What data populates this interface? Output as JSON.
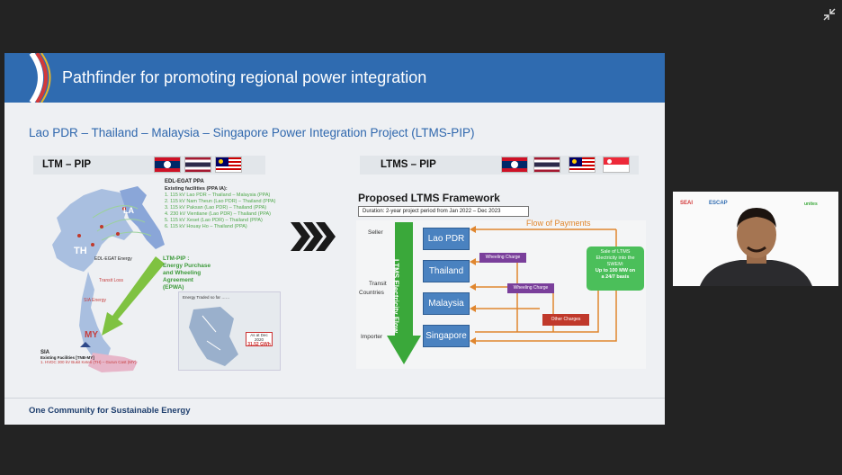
{
  "toolbar": {
    "exit_fullscreen_icon": "compress-icon"
  },
  "slide": {
    "title": "Pathfinder for promoting regional power integration",
    "subtitle": "Lao PDR – Thailand – Malaysia – Singapore Power Integration Project (LTMS-PIP)",
    "footer": "One Community for Sustainable Energy",
    "left_panel": {
      "label": "LTM – PIP",
      "ppa_title": "EDL-EGAT PPA",
      "ppa_sub": "Existing facilities (PPA IA):",
      "ppa_lines": [
        "1. 115 kV Lao PDR – Thailand – Malaysia (PPA)",
        "2. 115 kV Nam Theun (Lao PDR) – Thailand (PPA)",
        "3. 115 kV Paksan (Lao PDR) – Thailand (PPA)",
        "4. 230 kV Vientiane (Lao PDR) – Thailand (PPA)",
        "5. 115 kV Xeset (Lao PDR) – Thailand (PPA)",
        "6. 115 kV Houay Ho – Thailand (PPA)"
      ],
      "epwa_label": "LTM-PIP :",
      "epwa_line1": "Energy Purchase",
      "epwa_line2": "and Wheeling",
      "epwa_line3": "Agreement",
      "epwa_abbr": "(EPWA)",
      "map_labels": {
        "la": "LA",
        "th": "TH",
        "my": "MY",
        "edl_egat": "EDL-EGAT Energy",
        "transit": "Transit Loss",
        "sia_energy": "SIA Energy"
      },
      "energy_traded_title": "Energy Traded so far ……",
      "as_at": "As at Dec 2020",
      "gwh": "31.52 GWh",
      "sia_title": "SIA",
      "sia_line1": "Existing Facilities [TNB-MY]",
      "sia_line2": "1. HVDC 300 kV Bukit Keteri (TH) – Gurun Cast (MY)"
    },
    "right_panel": {
      "label": "LTMS – PIP",
      "framework_title": "Proposed LTMS Framework",
      "duration": "Duration: 2-year project period from Jan 2022 – Dec 2023",
      "flow_of_payments": "Flow of Payments",
      "electricity_flow": "LTMS Electricity Flow",
      "roles": {
        "seller": "Seller",
        "transit": "Transit",
        "countries": "Countries",
        "importer": "Importer"
      },
      "countries": [
        "Lao PDR",
        "Thailand",
        "Malaysia",
        "Singapore"
      ],
      "wheeling_charge": "Wheeling Charge",
      "other_charges": "Other Charges",
      "sale_line1": "Sale of LTMS",
      "sale_line2": "Electricity into the",
      "sale_line3": "SWEM:",
      "sale_line4": "Up to 100 MW on",
      "sale_line5": "a 24/7 basis"
    }
  },
  "video": {
    "logo_left": "SEAI",
    "logo_mid": "ESCAP",
    "logo_right": "unites"
  },
  "colors": {
    "banner": "#2f6bb0",
    "box": "#4a82c0",
    "payments": "#e0862e",
    "wheeling": "#7a3f9b",
    "other": "#c0392b",
    "sale": "#4bbf5a"
  }
}
